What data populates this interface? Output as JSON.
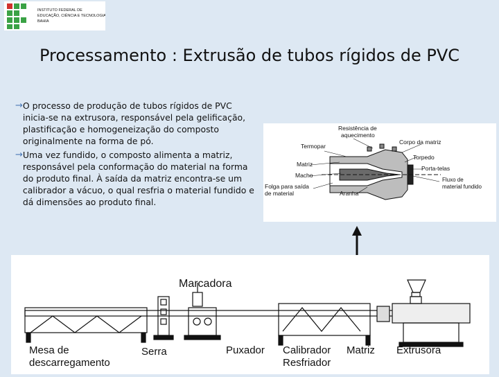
{
  "logo": {
    "line1": "INSTITUTO FEDERAL DE",
    "line2": "EDUCAÇÃO, CIÊNCIA E TECNOLOGIA",
    "line3": "BAHIA"
  },
  "title": "Processamento : Extrusão de tubos rígidos de PVC",
  "bullets": [
    {
      "text": "O processo de produção de tubos rígidos de PVC inicia-se na extrusora, responsável pela gelificação, plastificação e homogeneização do composto originalmente na forma de pó."
    },
    {
      "text": "Uma vez fundido, o composto alimenta a matriz, responsável pela conformação do material na forma do produto final. À saída da matriz encontra-se um calibrador a vácuo, o qual resfria o material fundido e dá dimensões ao produto final."
    }
  ],
  "bullet_glyph": "→",
  "die_diagram": {
    "resistencia": "Resistência de",
    "aquecimento": "aquecimento",
    "termopar": "Termopar",
    "corpo_matriz": "Corpo da matriz",
    "torpedo": "Torpedo",
    "porta_telas": "Porta-telas",
    "matriz": "Matriz",
    "macho": "Macho",
    "folga1": "Folga para saída",
    "folga2": "de material",
    "fluxo1": "Fluxo de",
    "fluxo2": "material fundido",
    "aranha": "Aranha"
  },
  "line_diagram": {
    "marcadora": "Marcadora",
    "mesa1": "Mesa de",
    "mesa2": "descarregamento",
    "serra": "Serra",
    "puxador": "Puxador",
    "calibrador": "Calibrador",
    "resfriador": "Resfriador",
    "matriz": "Matriz",
    "extrusora": "Extrusora"
  },
  "colors": {
    "background": "#dde8f3",
    "accent": "#4a78b5",
    "logo_green": "#3aa245",
    "logo_red": "#d0312d"
  }
}
